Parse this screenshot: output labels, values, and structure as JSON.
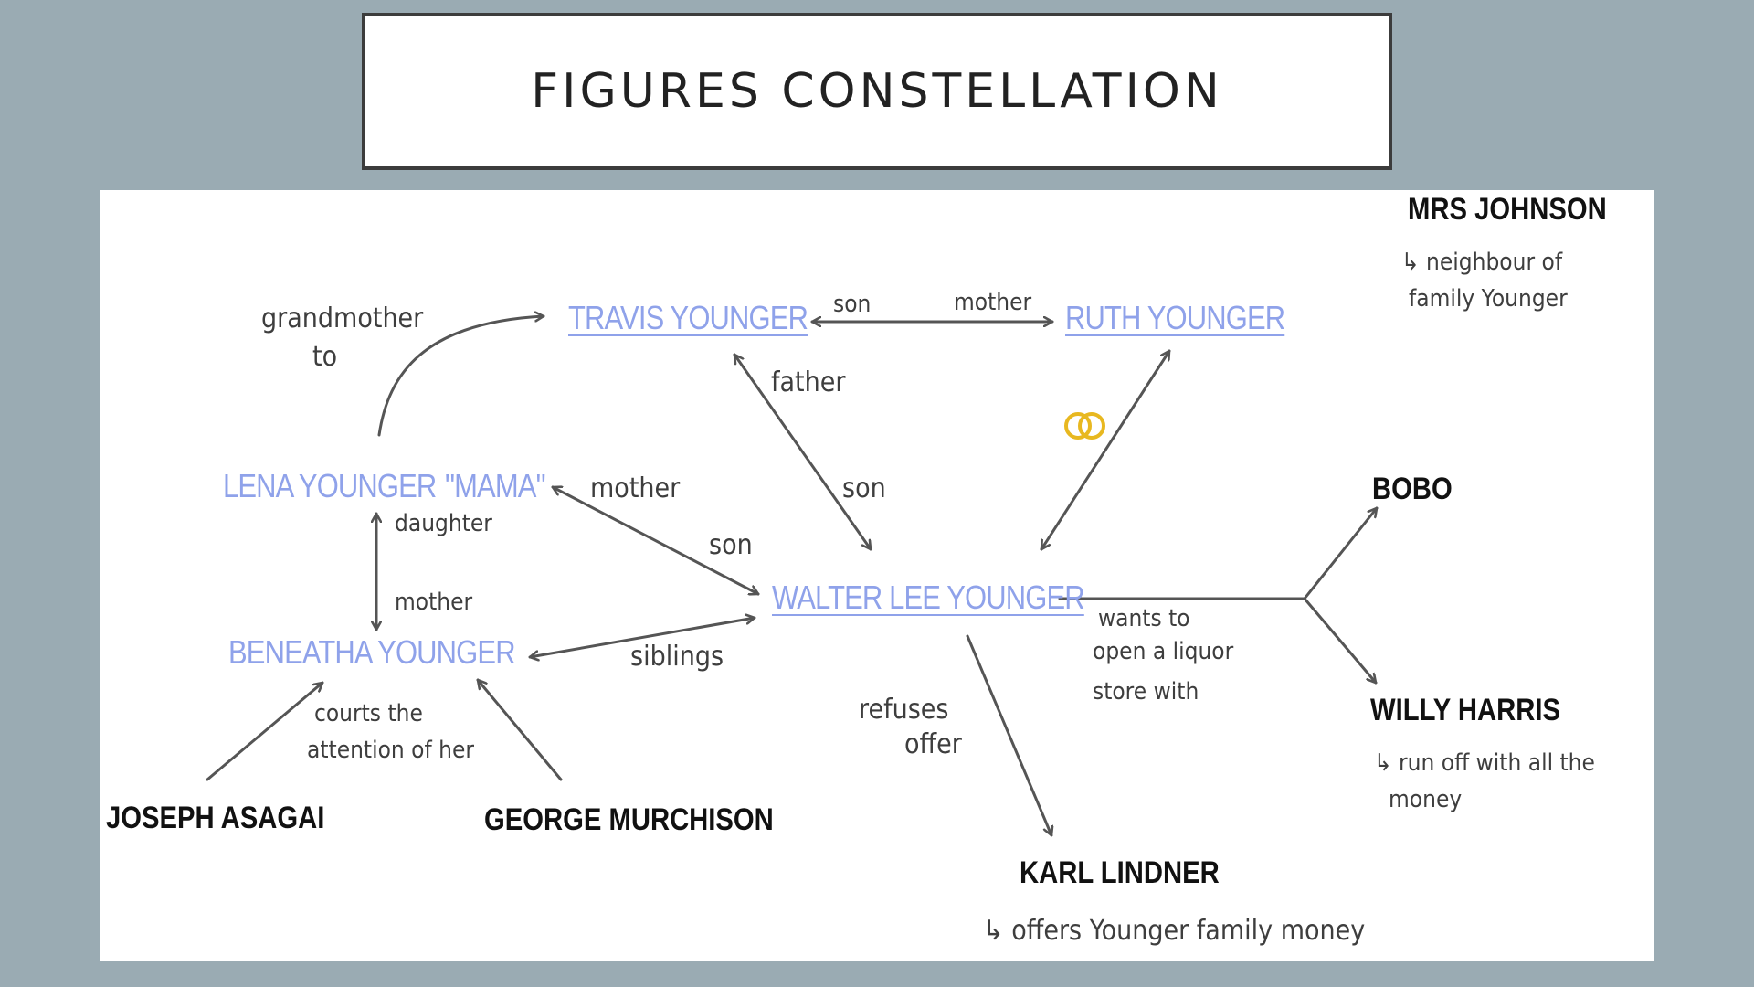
{
  "title": "FIGURES CONSTELLATION",
  "nodes": {
    "travis": "TRAVIS YOUNGER",
    "ruth": "RUTH YOUNGER",
    "lena": "LENA YOUNGER",
    "mama": "\"MAMA\"",
    "beneatha": "BENEATHA YOUNGER",
    "walter": "WALTER LEE YOUNGER",
    "mrs_johnson": "MRS JOHNSON",
    "bobo": "BOBO",
    "willy": "WILLY HARRIS",
    "joseph": "JOSEPH ASAGAI",
    "george": "GEORGE MURCHISON",
    "karl": "KARL LINDNER"
  },
  "edge_labels": {
    "grandmother_l1": "grandmother",
    "grandmother_l2": "to",
    "son_top": "son",
    "mother_top": "mother",
    "father": "father",
    "son_travis": "son",
    "mother_lena": "mother",
    "son_lena": "son",
    "daughter": "daughter",
    "mother_beneatha": "mother",
    "siblings": "siblings",
    "courts_l1": "courts the",
    "courts_l2": "attention of her",
    "wants_l1": "wants to",
    "wants_l2": "open a liquor",
    "wants_l3": "store with",
    "refuses_l1": "refuses",
    "refuses_l2": "offer"
  },
  "notes": {
    "mrs_johnson_l1": "↳ neighbour of",
    "mrs_johnson_l2": "family Younger",
    "willy_l1": "↳ run off with all the",
    "willy_l2": "money",
    "karl": "↳ offers Younger family money"
  },
  "icons": {
    "marriage": "wedding-rings-icon"
  },
  "colors": {
    "background": "#9aabb3",
    "family_names": "#8fa2ea",
    "other_names": "#111111",
    "arrows": "#555555",
    "rings": "#e8b820"
  }
}
